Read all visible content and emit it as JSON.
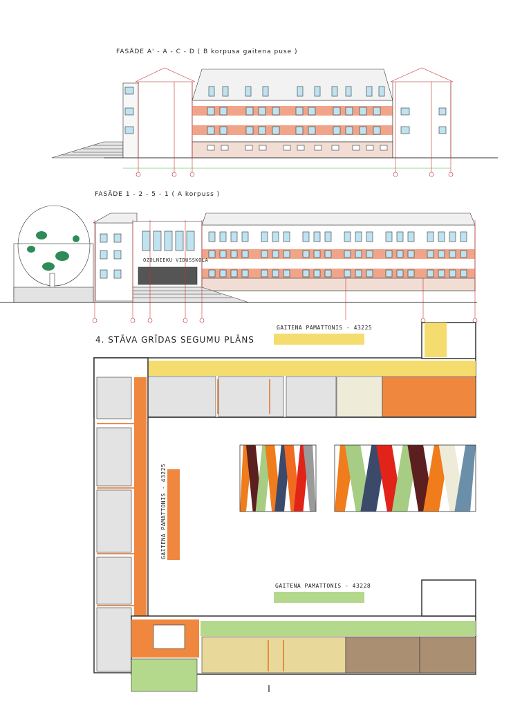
{
  "titles": {
    "facade_b": "FASĀDE A' - A - C - D  ( B korpusa gaitena puse )",
    "facade_a": "FASĀDE 1 - 2 - 5 - 1  ( A korpuss )",
    "floor_plan": "4. STĀVA GRĪDAS SEGUMU PLĀNS"
  },
  "facade_a_sign": "OZOLNIEKU VIDUSSKOLA",
  "corridor_labels": {
    "top": "GAITENA PAMATTONIS - 43225",
    "left": "GAITENA PAMATTONIS - 43225",
    "bottom": "GAITENA PAMATTONIS - 43228"
  },
  "colors": {
    "orange": "#f0873f",
    "salmon": "#f0a58a",
    "yellow": "#f5dc6e",
    "lightgreen": "#b4d98c",
    "tan": "#ab8f73",
    "cream": "#eeecd9",
    "lightyellow": "#e8d99a",
    "gray": "#e3e3e3"
  },
  "swatch_panel_left": [
    "#f07c1c",
    "#5c1f1f",
    "#a6cd83",
    "#f07c1c",
    "#3b4a6b",
    "#f06a1f",
    "#e2231a",
    "#9a9a9a"
  ],
  "swatch_panel_right": [
    "#f07c1c",
    "#a6cd83",
    "#3b4a6b",
    "#e2231a",
    "#a6cd83",
    "#5c1f1f",
    "#f07c1c",
    "#eeecd9",
    "#6b8fa8"
  ]
}
